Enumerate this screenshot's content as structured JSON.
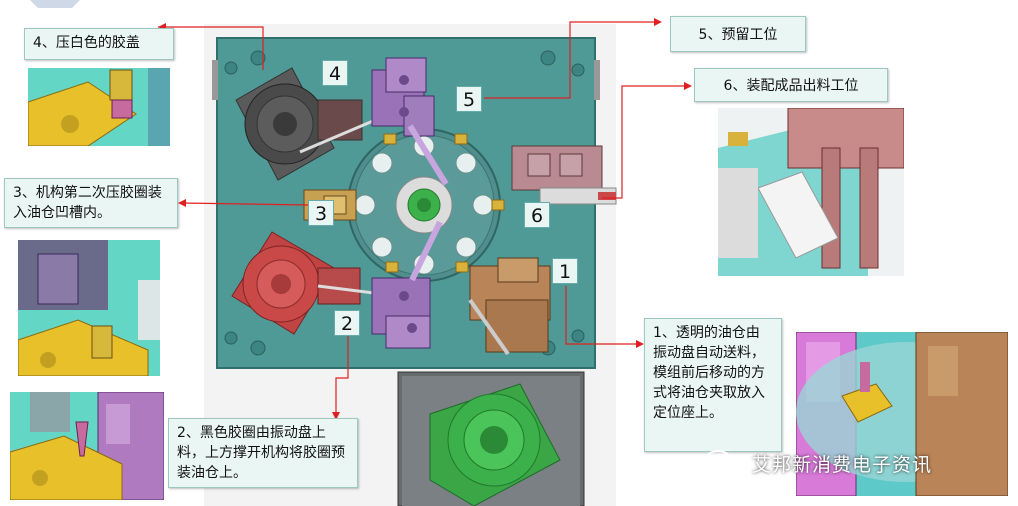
{
  "callouts": {
    "c1": "1、透明的油仓由振动盘自动送料，模组前后移动的方式将油仓夹取放入定位座上。",
    "c2": "2、黑色胶圈由振动盘上料，上方撑开机构将胶圈预装油仓上。",
    "c3": "3、机构第二次压胶圈装入油仓凹槽内。",
    "c4": "4、压白色的胶盖",
    "c5": "5、预留工位",
    "c6": "6、装配成品出料工位"
  },
  "markers": [
    "1",
    "2",
    "3",
    "4",
    "5",
    "6"
  ],
  "watermark": "艾邦新消费电子资讯",
  "colors": {
    "plate": "#4f9a96",
    "leader": "#e02020",
    "callout_bg": "#eaf6f3",
    "bowl_black": "#4a4a4a",
    "bowl_red": "#c94848",
    "bowl_green": "#3cb04a",
    "module_pink": "#b98a92",
    "module_purple": "#9a72b8",
    "module_orange": "#b98458"
  },
  "icons": [
    "wechat-icon"
  ]
}
